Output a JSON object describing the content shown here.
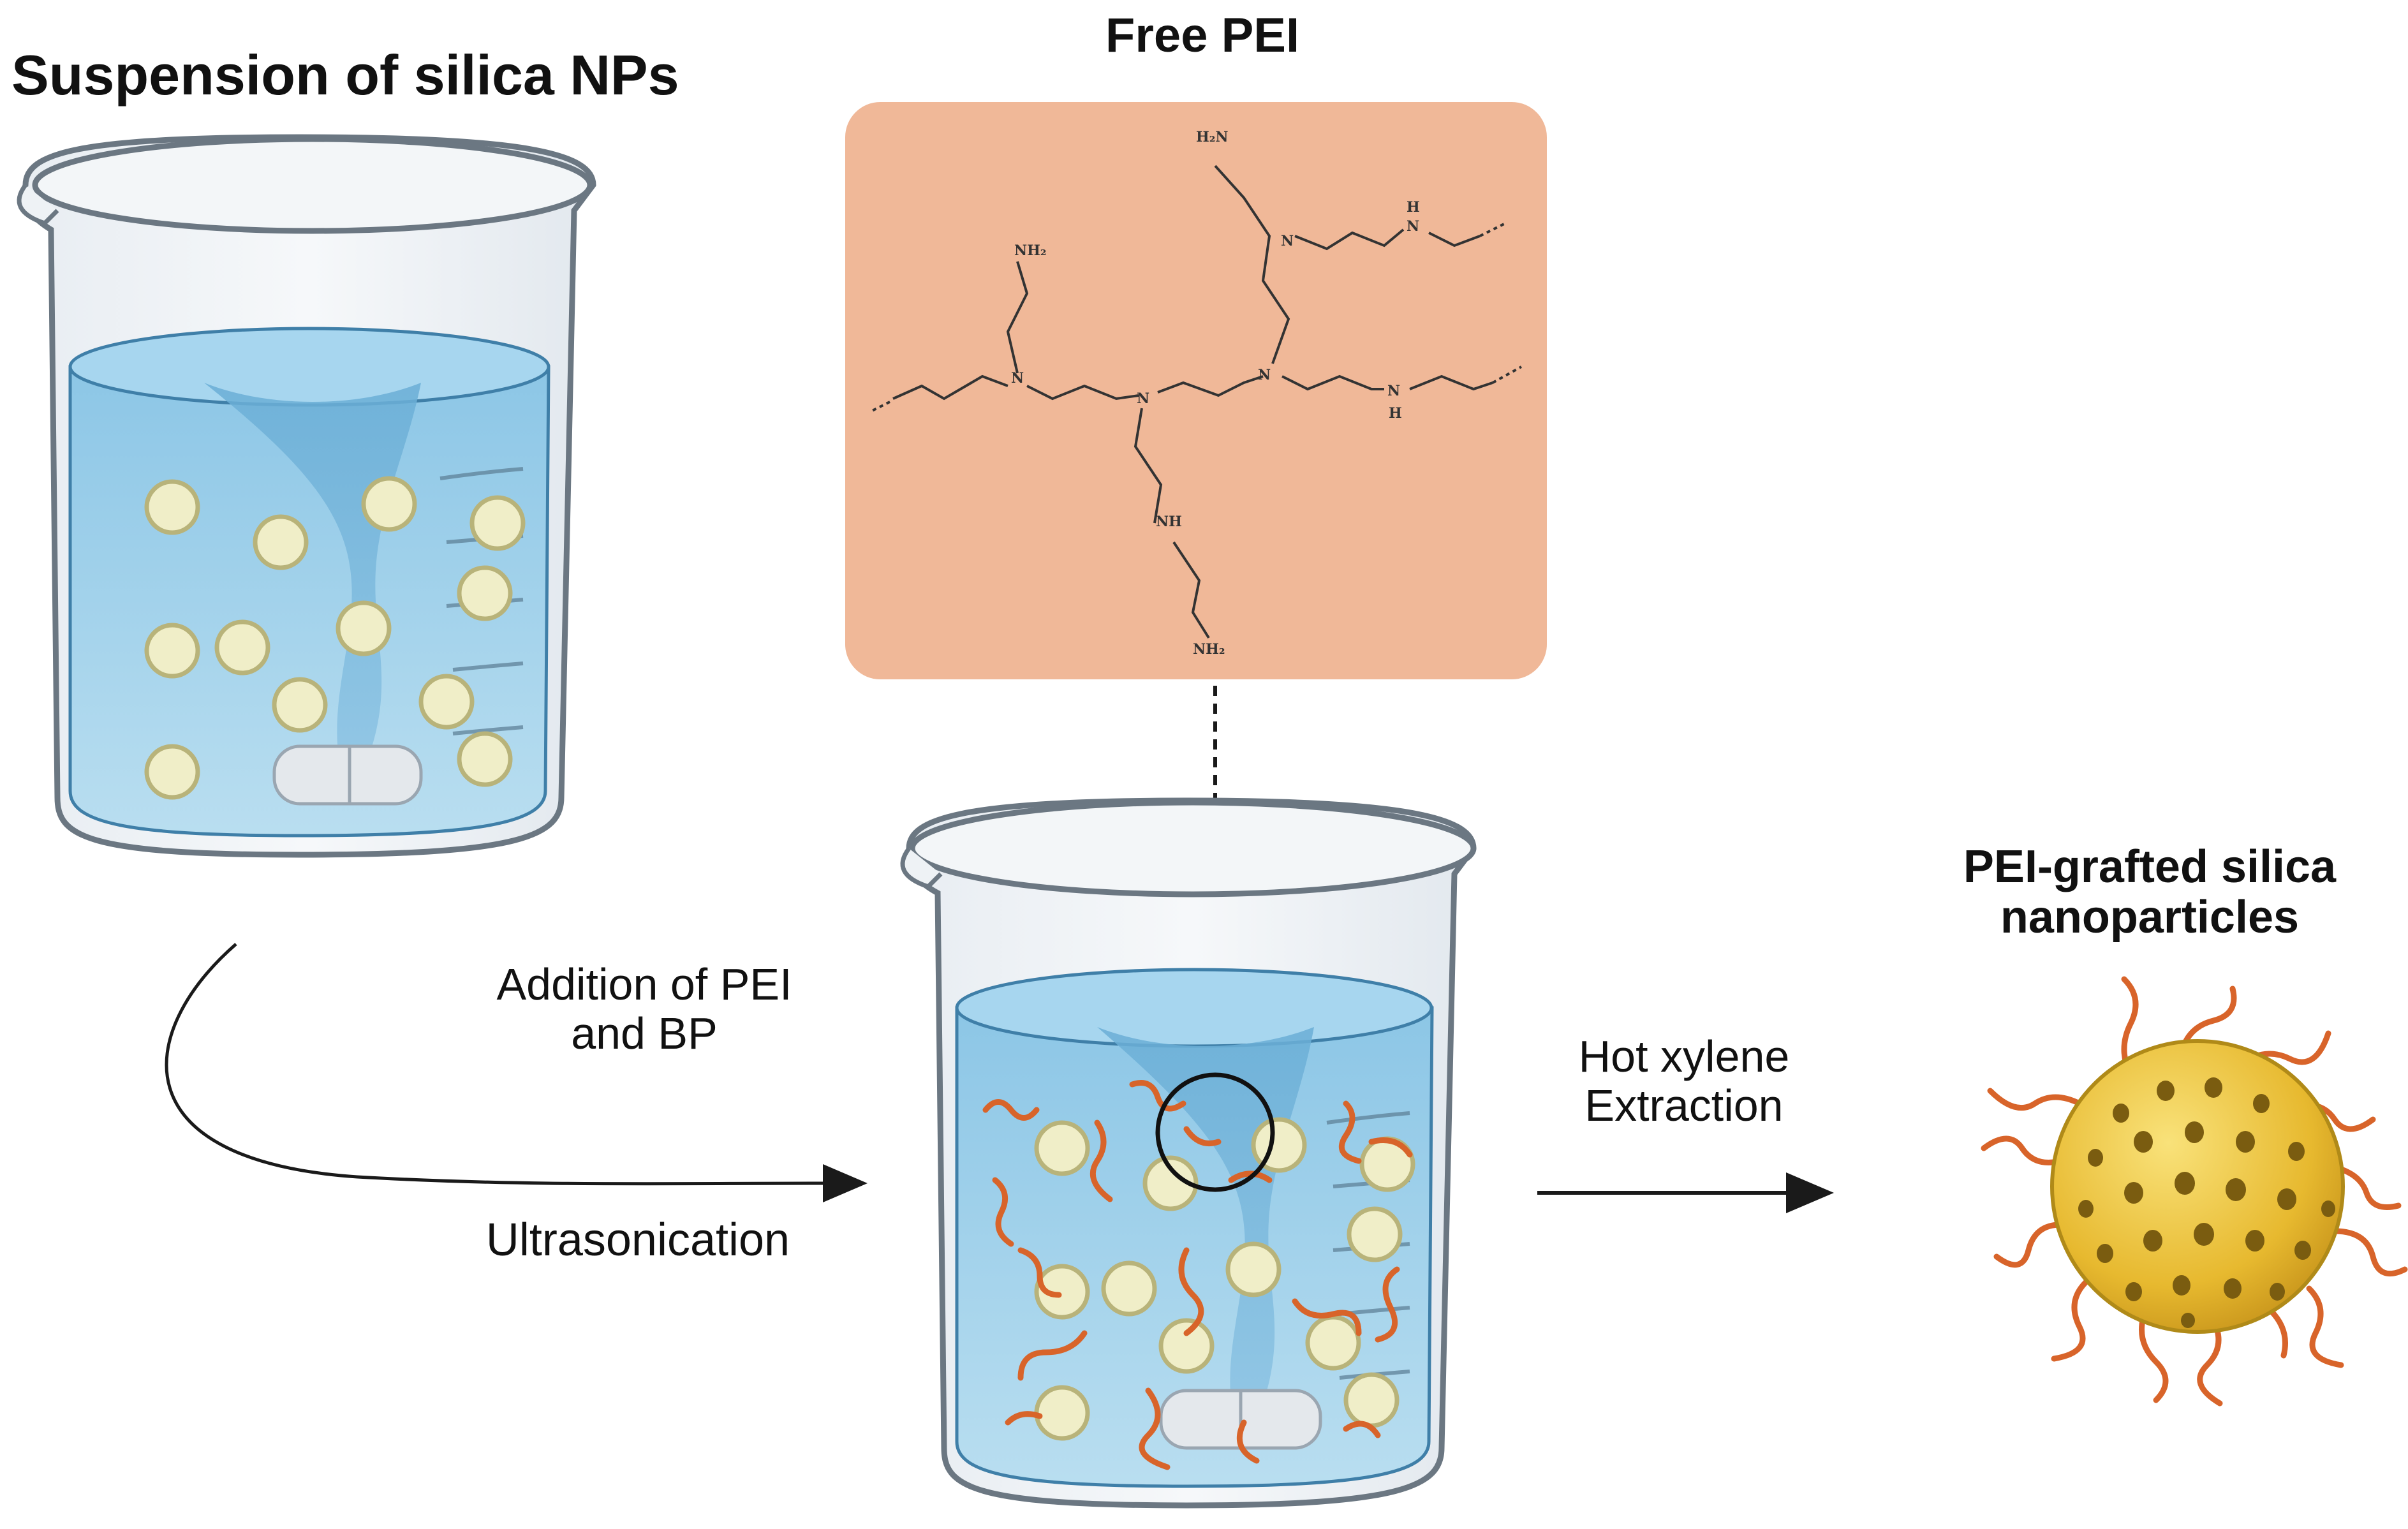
{
  "labels": {
    "suspension": "Suspension of silica NPs",
    "free_pei": "Free PEI",
    "addition_line1": "Addition of PEI",
    "addition_line2": "and BP",
    "ultrasonication": "Ultrasonication",
    "hot_line1": "Hot xylene",
    "hot_line2": "Extraction",
    "grafted_line1": "PEI-grafted silica",
    "grafted_line2": "nanoparticles"
  },
  "chemistry": {
    "atoms": [
      "H₂N",
      "NH₂",
      "N",
      "N",
      "N",
      "N",
      "NH",
      "NH₂",
      "H",
      "N",
      "H",
      "N"
    ]
  },
  "colors": {
    "water": "#9fcfe9",
    "particle": "#f0eec8",
    "particle_edge": "#b8b37a",
    "pei_chain": "#d8642a",
    "panel": "#f0b898",
    "sphere": "#e8bc34",
    "arrow": "#1a1a1a"
  }
}
